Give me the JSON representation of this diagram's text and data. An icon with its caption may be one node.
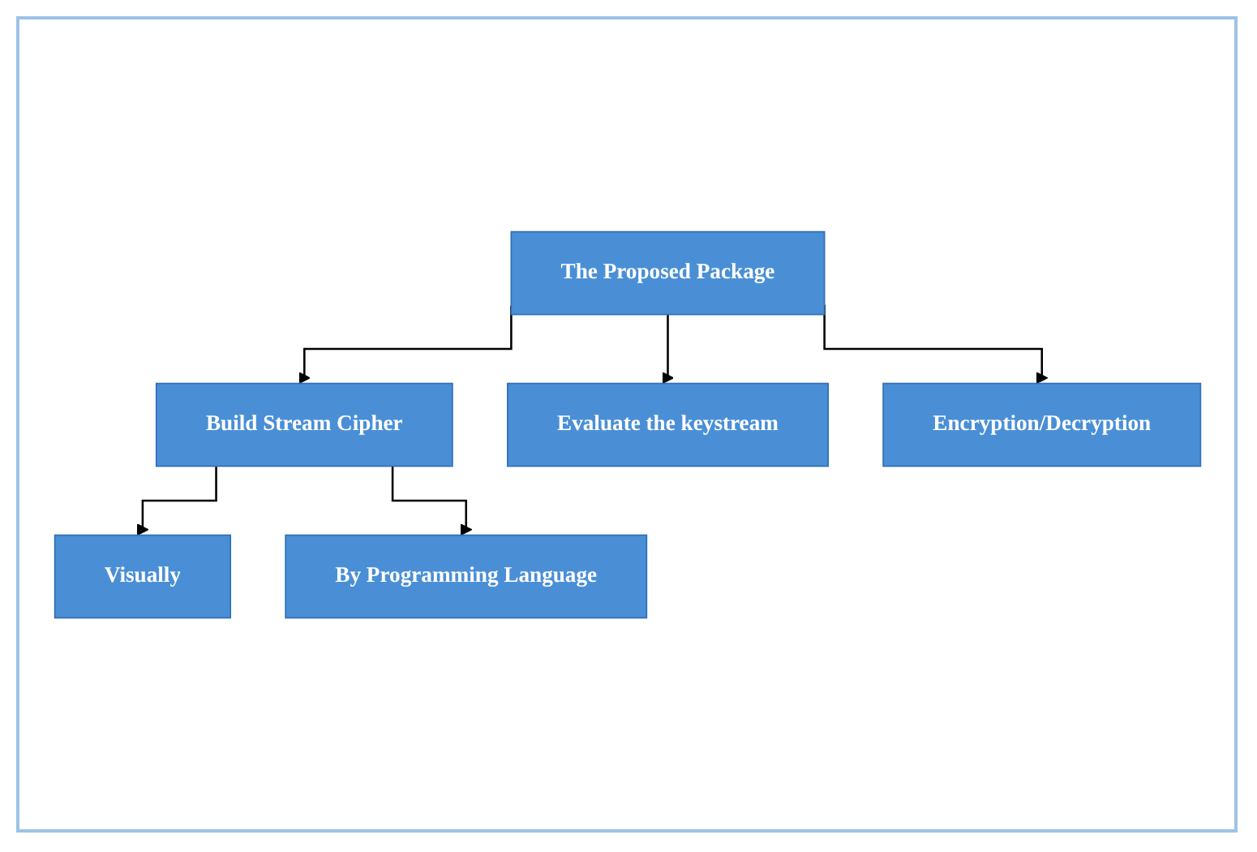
{
  "diagram": {
    "nodes": [
      {
        "text": [
          "The Proposed Package"
        ]
      },
      {
        "text": [
          "Build Stream Cipher"
        ]
      },
      {
        "text": [
          "Evaluate the keystream"
        ]
      },
      {
        "text": [
          "Encryption/Decryption"
        ]
      },
      {
        "text": [
          "Visually"
        ]
      },
      {
        "text": [
          "By Programming Language"
        ]
      }
    ],
    "edges": [
      {
        "from": 0,
        "to": 1,
        "arrow": "to"
      },
      {
        "from": 0,
        "to": 2,
        "arrow": "to"
      },
      {
        "from": 0,
        "to": 3,
        "arrow": "to"
      },
      {
        "from": 1,
        "to": 4,
        "arrow": "to"
      },
      {
        "from": 1,
        "to": 5,
        "arrow": "to"
      }
    ]
  }
}
